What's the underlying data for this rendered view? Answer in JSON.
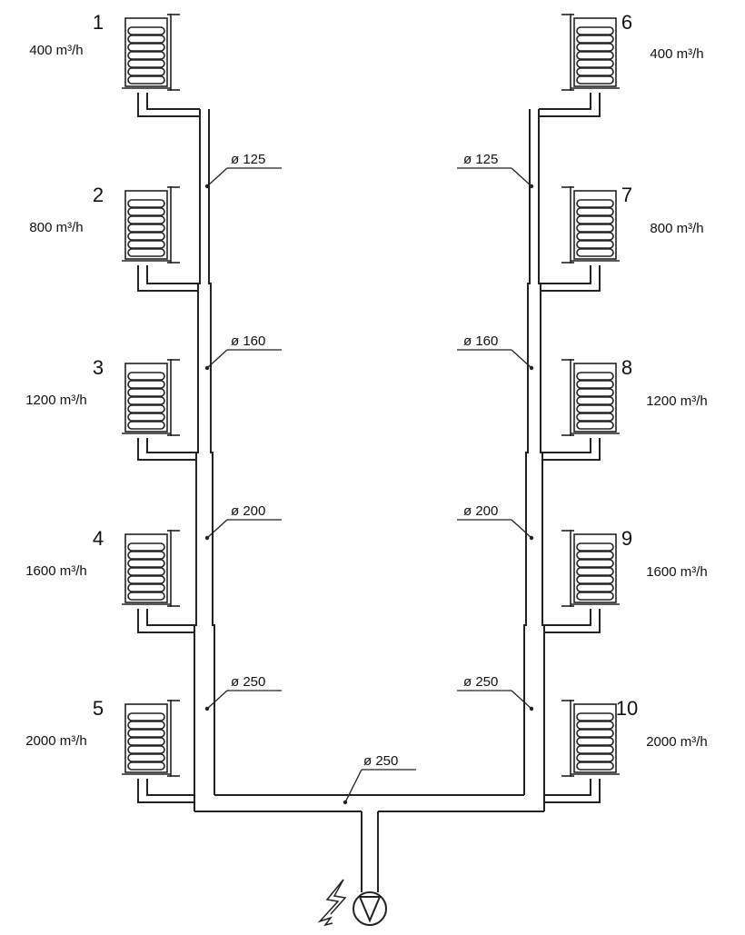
{
  "diagram": {
    "stroke_color": "#222222",
    "background": "#ffffff",
    "units": {
      "left": [
        {
          "number": "1",
          "flow": "400 m³/h"
        },
        {
          "number": "2",
          "flow": "800 m³/h"
        },
        {
          "number": "3",
          "flow": "1200 m³/h"
        },
        {
          "number": "4",
          "flow": "1600 m³/h"
        },
        {
          "number": "5",
          "flow": "2000 m³/h"
        }
      ],
      "right": [
        {
          "number": "6",
          "flow": "400 m³/h"
        },
        {
          "number": "7",
          "flow": "800 m³/h"
        },
        {
          "number": "8",
          "flow": "1200 m³/h"
        },
        {
          "number": "9",
          "flow": "1600 m³/h"
        },
        {
          "number": "10",
          "flow": "2000 m³/h"
        }
      ]
    },
    "duct_sizes": {
      "left": [
        "ø 125",
        "ø 160",
        "ø 200",
        "ø 250"
      ],
      "right": [
        "ø 125",
        "ø 160",
        "ø 200",
        "ø 250"
      ],
      "header": "ø 250"
    },
    "icons": {
      "fan": "fan-icon",
      "power": "lightning-icon",
      "filter": "coil-filter-icon"
    }
  }
}
